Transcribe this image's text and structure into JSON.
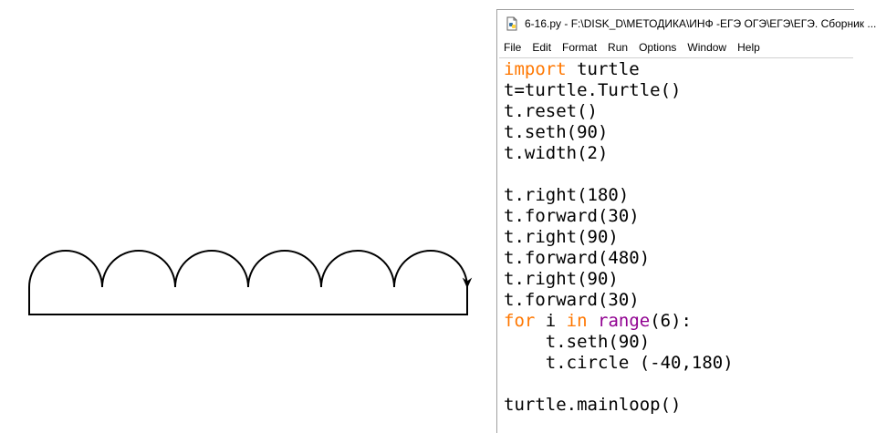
{
  "window": {
    "title": "6-16.py - F:\\DISK_D\\МЕТОДИКА\\ИНФ -ЕГЭ ОГЭ\\ЕГЭ\\ЕГЭ. Сборник ..."
  },
  "menu": {
    "items": [
      "File",
      "Edit",
      "Format",
      "Run",
      "Options",
      "Window",
      "Help"
    ]
  },
  "code": {
    "lines": [
      [
        {
          "t": "import",
          "c": "kw"
        },
        {
          "t": " turtle",
          "c": ""
        }
      ],
      [
        {
          "t": "t=turtle.Turtle()",
          "c": ""
        }
      ],
      [
        {
          "t": "t.reset()",
          "c": ""
        }
      ],
      [
        {
          "t": "t.seth(90)",
          "c": ""
        }
      ],
      [
        {
          "t": "t.width(2)",
          "c": ""
        }
      ],
      [
        {
          "t": "",
          "c": ""
        }
      ],
      [
        {
          "t": "t.right(180)",
          "c": ""
        }
      ],
      [
        {
          "t": "t.forward(30)",
          "c": ""
        }
      ],
      [
        {
          "t": "t.right(90)",
          "c": ""
        }
      ],
      [
        {
          "t": "t.forward(480)",
          "c": ""
        }
      ],
      [
        {
          "t": "t.right(90)",
          "c": ""
        }
      ],
      [
        {
          "t": "t.forward(30)",
          "c": ""
        }
      ],
      [
        {
          "t": "for",
          "c": "kw"
        },
        {
          "t": " i ",
          "c": ""
        },
        {
          "t": "in",
          "c": "kw"
        },
        {
          "t": " ",
          "c": ""
        },
        {
          "t": "range",
          "c": "bi"
        },
        {
          "t": "(6):",
          "c": ""
        }
      ],
      [
        {
          "t": "    t.seth(90)",
          "c": ""
        }
      ],
      [
        {
          "t": "    t.circle (-40,180)",
          "c": ""
        }
      ],
      [
        {
          "t": "",
          "c": ""
        }
      ],
      [
        {
          "t": "turtle.mainloop()",
          "c": ""
        }
      ]
    ]
  },
  "turtle_canvas": {
    "line_color": "#000000",
    "arc_count": 6,
    "heading_deg": 90,
    "circle_radius": -40,
    "circle_extent": 180
  },
  "colors": {
    "keyword": "#ff7700",
    "builtin": "#900090"
  }
}
